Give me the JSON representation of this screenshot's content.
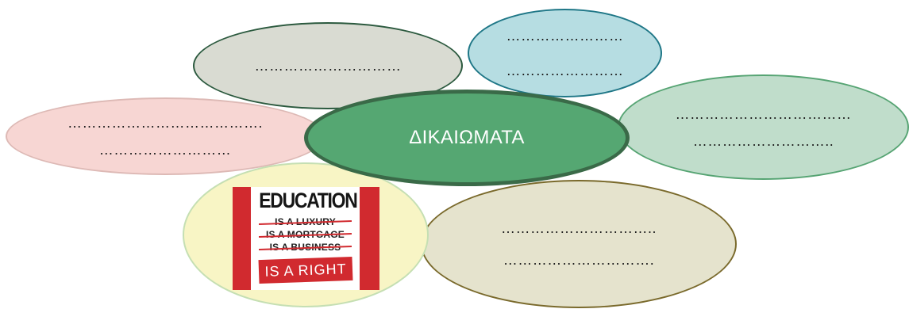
{
  "center_label": "ΔΙΚΑΙΩΜΑΤΑ",
  "nodes": {
    "top_left": {
      "lines": [
        "…………………………"
      ]
    },
    "top_right": {
      "lines": [
        "……………………",
        "……………………"
      ]
    },
    "left": {
      "lines": [
        "………………………………….",
        "………………………"
      ]
    },
    "right": {
      "lines": [
        "………………………………",
        "……………………….."
      ]
    },
    "bottom_right": {
      "lines": [
        "…………………………..",
        "…………………………."
      ]
    }
  },
  "poster": {
    "headline": "EDUCATION",
    "struck_lines": [
      "IS A LUXURY",
      "IS A MORTGAGE",
      "IS A BUSINESS"
    ],
    "final_line": "IS A RIGHT"
  },
  "colors": {
    "center_fill": "#55a772",
    "top_left_fill": "#d9dbd2",
    "top_right_fill": "#b6dde2",
    "left_fill": "#f7d6d3",
    "right_fill": "#c0ddcb",
    "bottom_right_fill": "#e5e3cd",
    "bottom_left_fill": "#f8f5c5",
    "poster_red": "#d12a2f"
  }
}
